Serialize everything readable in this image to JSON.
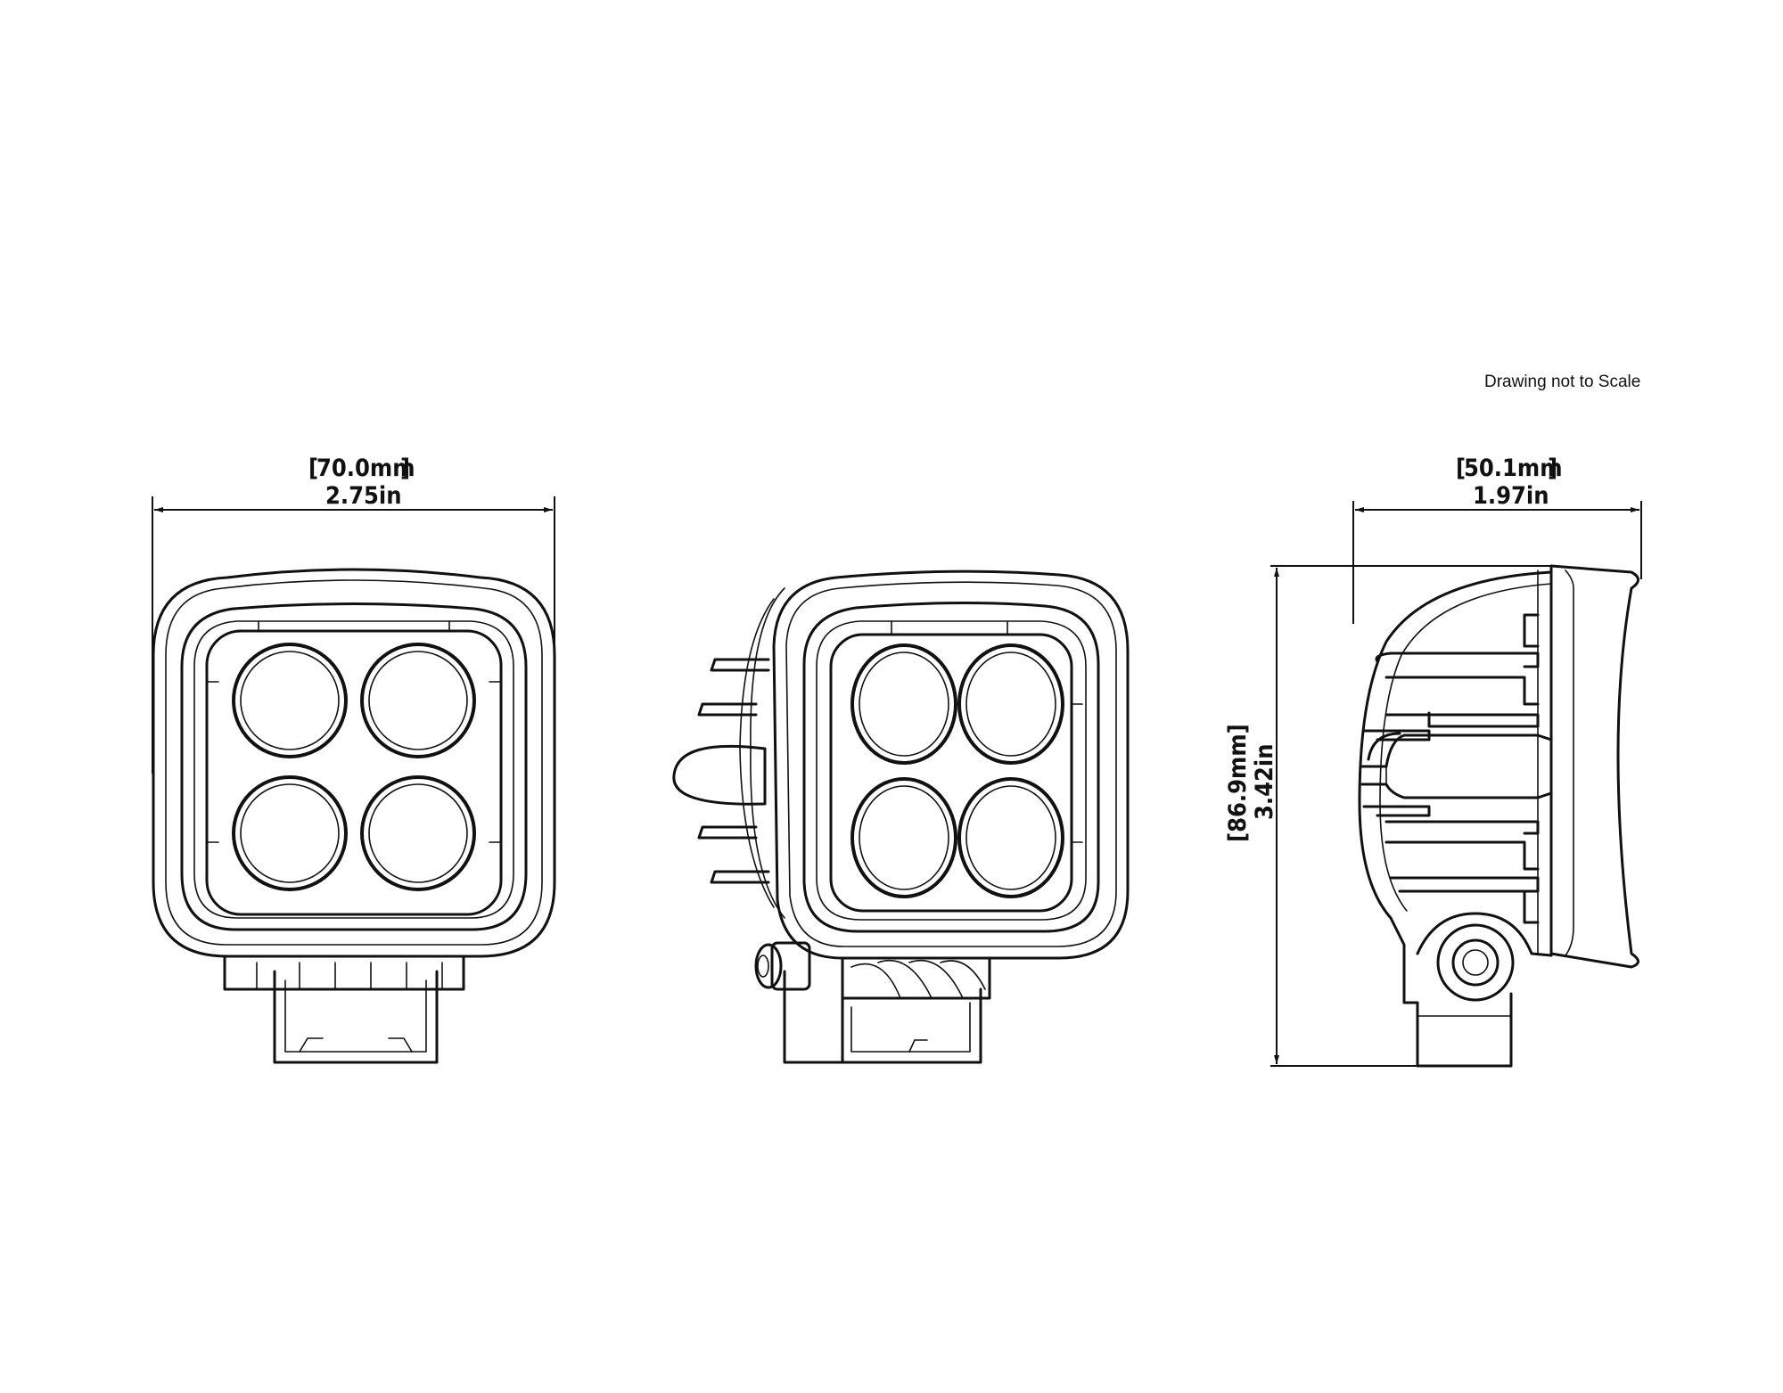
{
  "note": "Drawing not to Scale",
  "dimensions": {
    "front_width": {
      "bracket_open": "[",
      "mm": "70.0mm",
      "bracket_close": "]",
      "inches": "2.75in"
    },
    "side_depth": {
      "bracket_open": "[",
      "mm": "50.1mm",
      "bracket_close": "]",
      "inches": "1.97in"
    },
    "side_height": {
      "mm": "[86.9mm]",
      "inches": "3.42in"
    }
  },
  "colors": {
    "line": "#111111",
    "background": "#ffffff"
  }
}
